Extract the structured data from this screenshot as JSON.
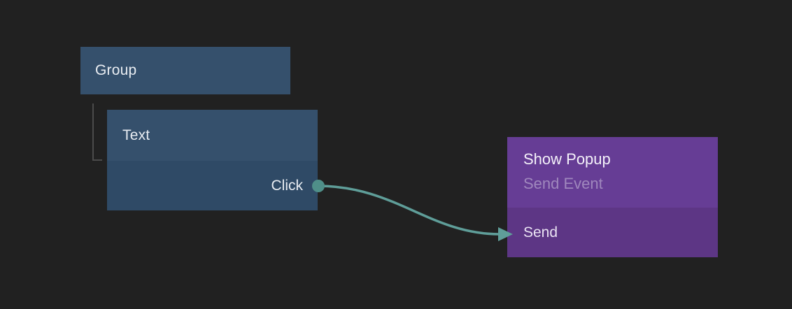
{
  "canvas": {
    "background": "#212121"
  },
  "nodes": {
    "group": {
      "label": "Group"
    },
    "text": {
      "label": "Text",
      "output_port_label": "Click"
    },
    "popup": {
      "title": "Show Popup",
      "subtitle": "Send Event",
      "input_port_label": "Send"
    }
  },
  "connection": {
    "from": "Text.Click",
    "to": "Show Popup.Send"
  },
  "colors": {
    "canvas_bg": "#212121",
    "node_blue": "#35506c",
    "node_blue_dark": "#2f4a66",
    "node_purple": "#663d95",
    "node_purple_dark": "#5d3685",
    "wire": "#5f9e99",
    "port_dot": "#4f8f89",
    "tree_line": "#4b4b4b",
    "text_primary": "#e9edf2",
    "text_bright": "#f4f1f9",
    "text_muted_purple": "#9f87bd",
    "text_on_purple": "#eae3f3"
  }
}
